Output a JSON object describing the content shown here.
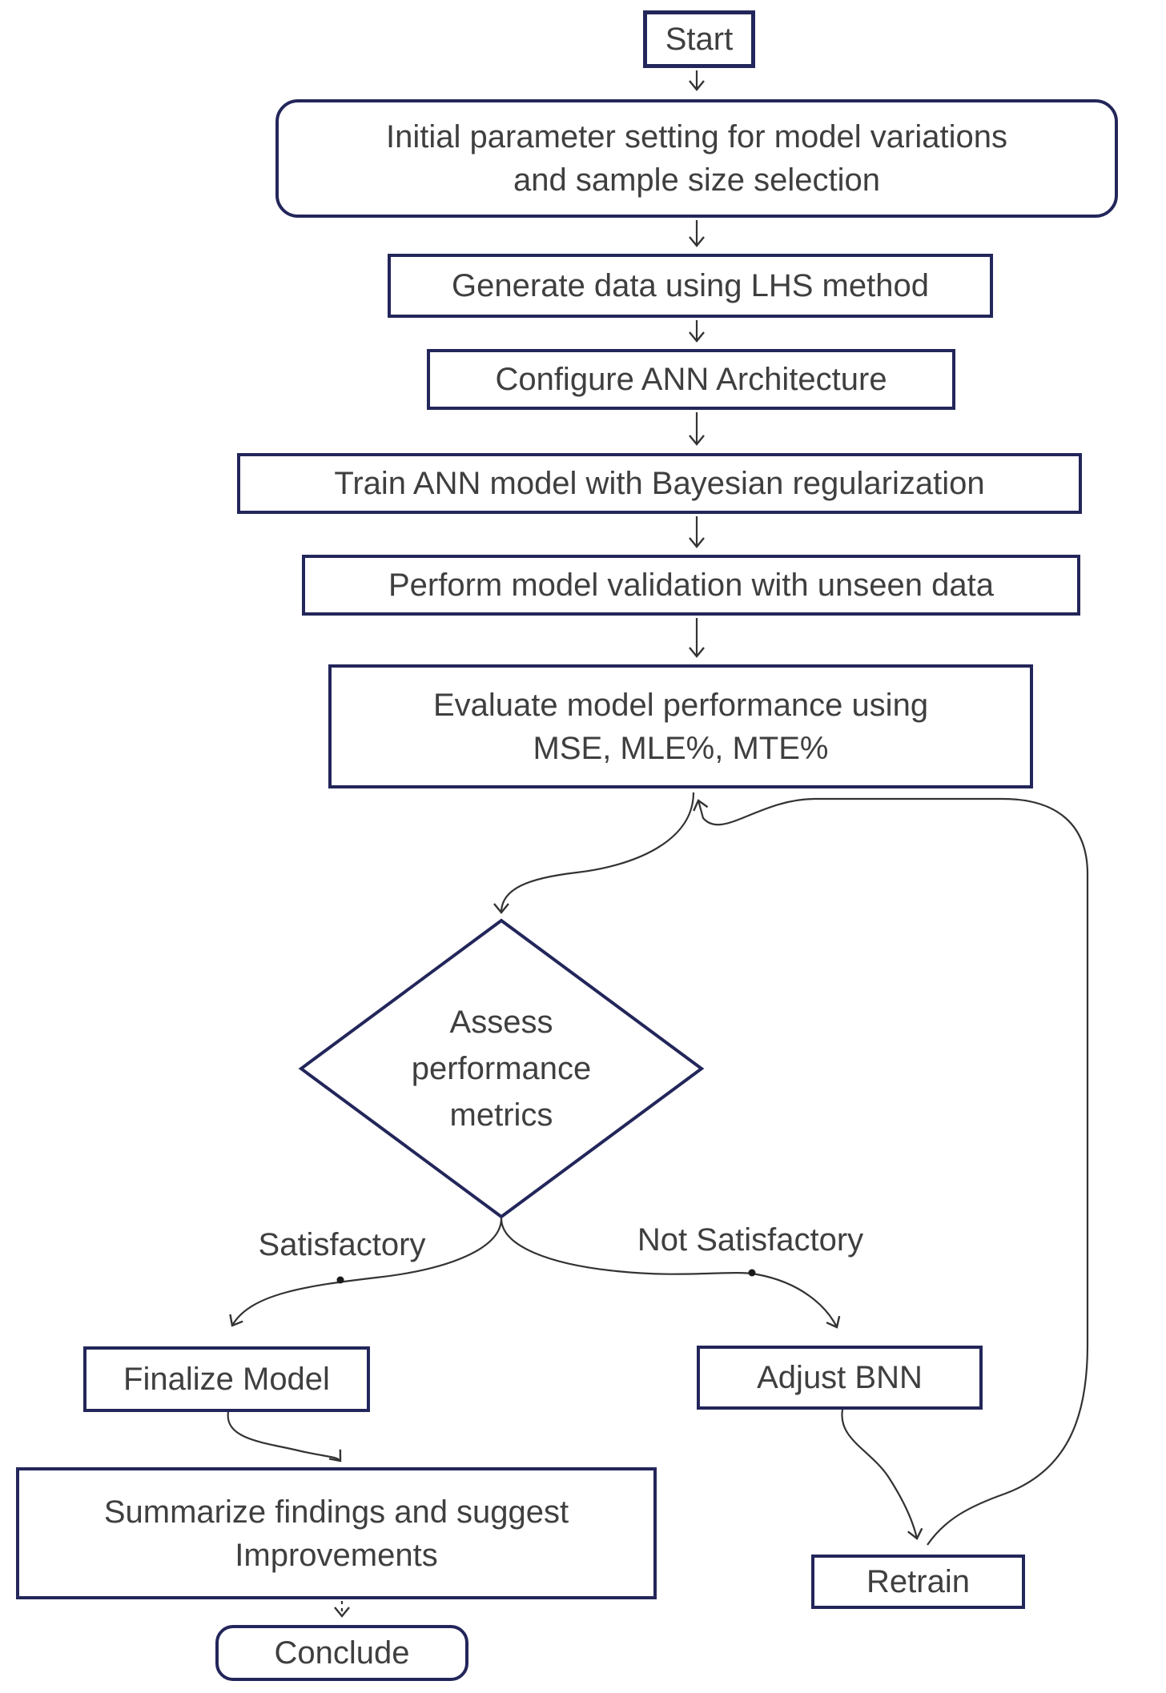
{
  "title": "ANN model development flowchart",
  "colors": {
    "border": "#23265a",
    "text": "#3f3f3f",
    "line": "#333333",
    "background": "#ffffff"
  },
  "nodes": {
    "start": {
      "label": "Start"
    },
    "initial": {
      "lines": [
        "Initial parameter setting for model variations",
        "and sample size selection"
      ]
    },
    "generate": {
      "label": "Generate data using LHS method"
    },
    "configure": {
      "label": "Configure ANN Architecture"
    },
    "train": {
      "label": "Train ANN model with Bayesian regularization"
    },
    "validate": {
      "label": "Perform model validation with unseen data"
    },
    "evaluate": {
      "lines": [
        "Evaluate model performance using",
        "MSE, MLE%, MTE%"
      ]
    },
    "decision": {
      "lines": [
        "Assess",
        "performance",
        "metrics"
      ]
    },
    "finalize": {
      "label": "Finalize Model"
    },
    "adjust": {
      "label": "Adjust BNN"
    },
    "summarize": {
      "lines": [
        "Summarize findings and suggest",
        "Improvements"
      ]
    },
    "conclude": {
      "label": "Conclude"
    },
    "retrain": {
      "label": "Retrain"
    }
  },
  "edge_labels": {
    "satisfactory": "Satisfactory",
    "not_satisfactory": "Not Satisfactory"
  }
}
